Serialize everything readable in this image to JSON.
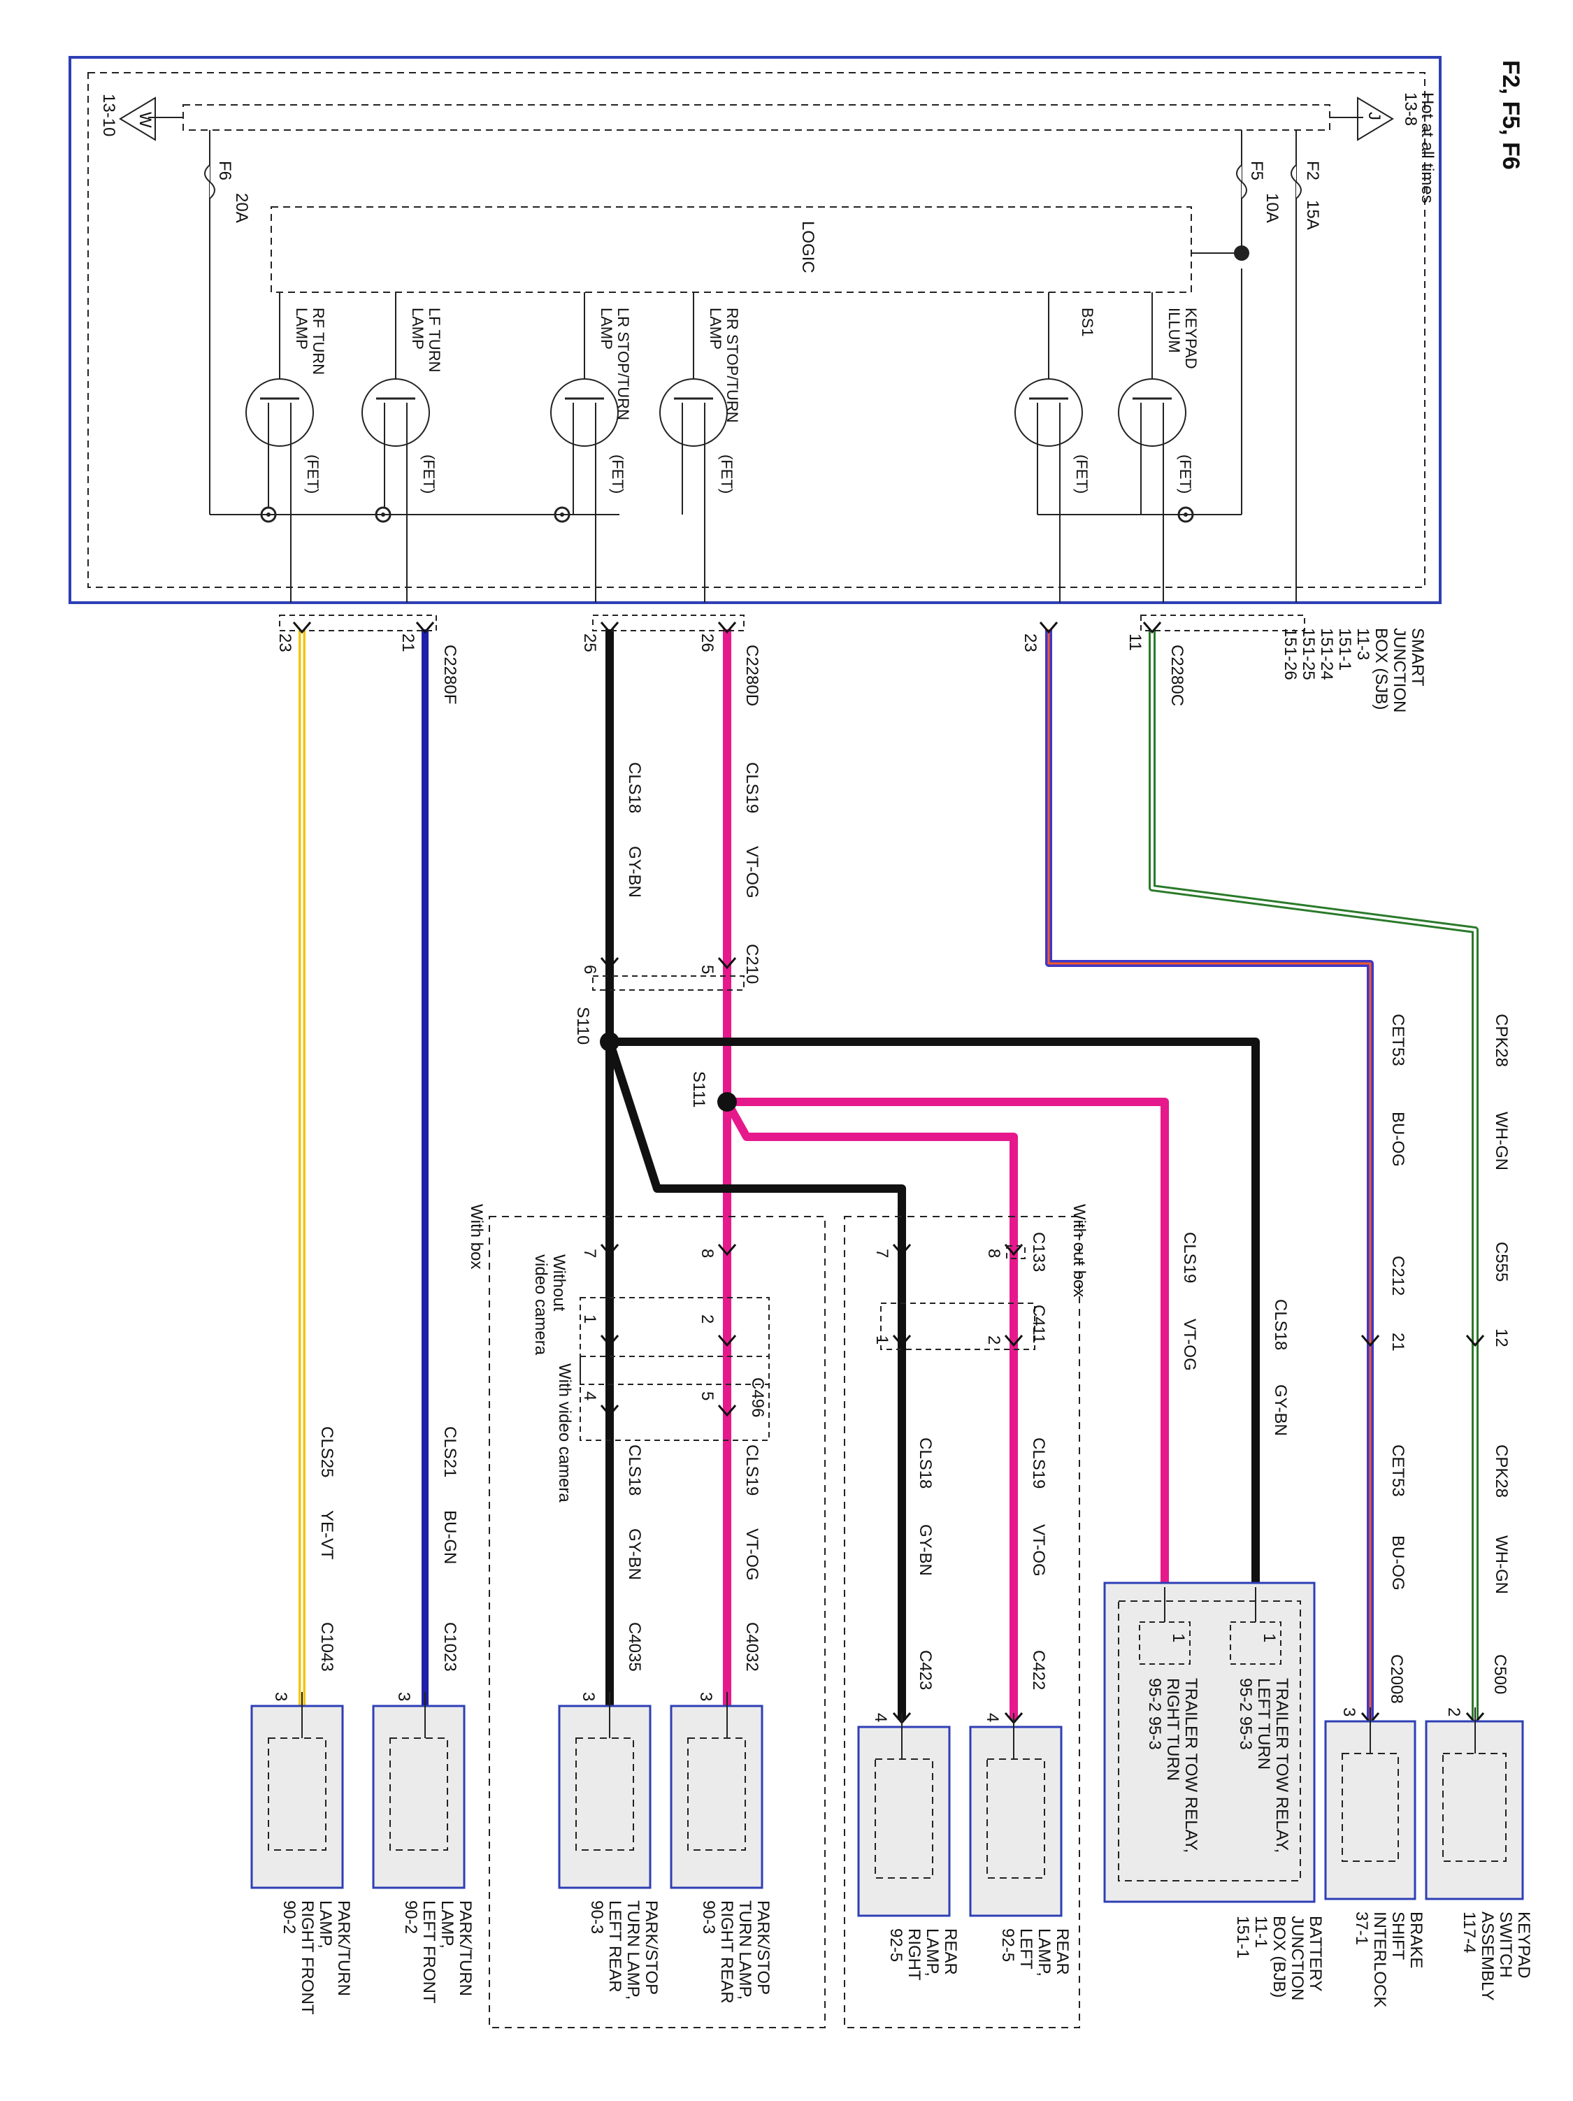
{
  "title": "F2, F5, F6",
  "colors": {
    "frame": "#2e3fb5",
    "gy_bn": "#111111",
    "vt_og": "#e6198c",
    "bu_og": "#3f37c9",
    "bu_gn": "#1f1fa8",
    "ye_vt": "#f2c40f",
    "wh_gn": "#2a7a2a",
    "box_fill": "#ebebeb"
  },
  "sjb": {
    "hot_label": "Hot at all times",
    "gnd_left": "13-10",
    "gnd_right": "13-8",
    "gnd_left_letter": "W",
    "gnd_right_letter": "J",
    "logic": "LOGIC",
    "f6": {
      "name": "F6",
      "rating": "20A"
    },
    "f5": {
      "name": "F5",
      "rating": "10A"
    },
    "f2": {
      "name": "F2",
      "rating": "15A"
    },
    "fet": "(FET)",
    "outputs": {
      "rf": "RF TURN\nLAMP",
      "lf": "LF TURN\nLAMP",
      "lr": "LR STOP/TURN\nLAMP",
      "rr": "RR STOP/TURN\nLAMP",
      "bs1": "BS1",
      "keypad": "KEYPAD\nILLUM"
    },
    "caption": "SMART\nJUNCTION\nBOX (SJB)\n11-3\n151-1\n151-24\n151-25\n151-26"
  },
  "connectors": {
    "c2280f": "C2280F",
    "c2280d": "C2280D",
    "c2280c": "C2280C",
    "pin_23a": "23",
    "pin_21": "21",
    "pin_25": "25",
    "pin_26": "26",
    "pin_23b": "23",
    "pin_11": "11",
    "c210": "C210",
    "c210_5": "5",
    "c210_6": "6",
    "s110": "S110",
    "s111": "S111",
    "c555": "C555",
    "c555_12": "12",
    "c212": "C212",
    "c212_21": "21",
    "c133": "C133",
    "c133_8a": "8",
    "c133_7a": "7",
    "c411": "C411",
    "c411_2": "2",
    "c411_1": "1",
    "c496": "C496",
    "c496_5": "5",
    "c496_4": "4",
    "c4xx_1": "1",
    "c4xx_2": "2",
    "pin_8b": "8",
    "pin_7b": "7",
    "with_out_box": "With out box",
    "with_box": "With box",
    "without_video": "Without\nvideo camera",
    "with_video": "With video camera"
  },
  "wires": {
    "cls18_a": "CLS18",
    "gybn_a": "GY-BN",
    "cls19_a": "CLS19",
    "vtog_a": "VT-OG",
    "cpk28_a": "CPK28",
    "whgn_a": "WH-GN",
    "cet53_a": "CET53",
    "buog_a": "BU-OG",
    "cls18_b": "CLS18",
    "gybn_b": "GY-BN",
    "cls19_b": "CLS19",
    "vtog_b": "VT-OG",
    "cpk28_b": "CPK28",
    "whgn_b": "WH-GN",
    "cet53_b": "CET53",
    "buog_b": "BU-OG",
    "cls19_c": "CLS19",
    "vtog_c": "VT-OG",
    "cls18_c": "CLS18",
    "gybn_c": "GY-BN",
    "cls18_d": "CLS18",
    "gybn_d": "GY-BN",
    "cls19_d": "CLS19",
    "vtog_d": "VT-OG",
    "cls21": "CLS21",
    "bugn": "BU-GN",
    "cls25": "CLS25",
    "yevt": "YE-VT"
  },
  "components": {
    "keypad": {
      "conn": "C500",
      "pin": "2",
      "label": "KEYPAD\nSWITCH\nASSEMBLY\n117-4"
    },
    "brake": {
      "conn": "C2008",
      "pin": "3",
      "label": "BRAKE\nSHIFT\nINTERLOCK\n37-1"
    },
    "bjb": {
      "label": "BATTERY\nJUNCTION\nBOX (BJB)\n11-1\n151-1",
      "relay_left": "TRAILER TOW RELAY,\nLEFT TURN\n95-2          95-3",
      "relay_right": "TRAILER TOW RELAY,\nRIGHT TURN\n95-2          95-3",
      "pin_a": "1",
      "pin_b": "1"
    },
    "rear_left": {
      "conn": "C422",
      "pin": "4",
      "label": "REAR\nLAMP,\nLEFT\n92-5"
    },
    "rear_right": {
      "conn": "C423",
      "pin": "4",
      "label": "REAR\nLAMP,\nRIGHT\n92-5"
    },
    "pst_rr": {
      "conn": "C4032",
      "pin": "3",
      "label": "PARK/STOP\nTURN LAMP,\nRIGHT REAR\n90-3"
    },
    "pst_lr": {
      "conn": "C4035",
      "pin": "3",
      "label": "PARK/STOP\nTURN LAMP,\nLEFT REAR\n90-3"
    },
    "pt_lf": {
      "conn": "C1023",
      "pin": "3",
      "label": "PARK/TURN\nLAMP,\nLEFT FRONT\n90-2"
    },
    "pt_rf": {
      "conn": "C1043",
      "pin": "3",
      "label": "PARK/TURN\nLAMP,\nRIGHT FRONT\n90-2"
    }
  }
}
